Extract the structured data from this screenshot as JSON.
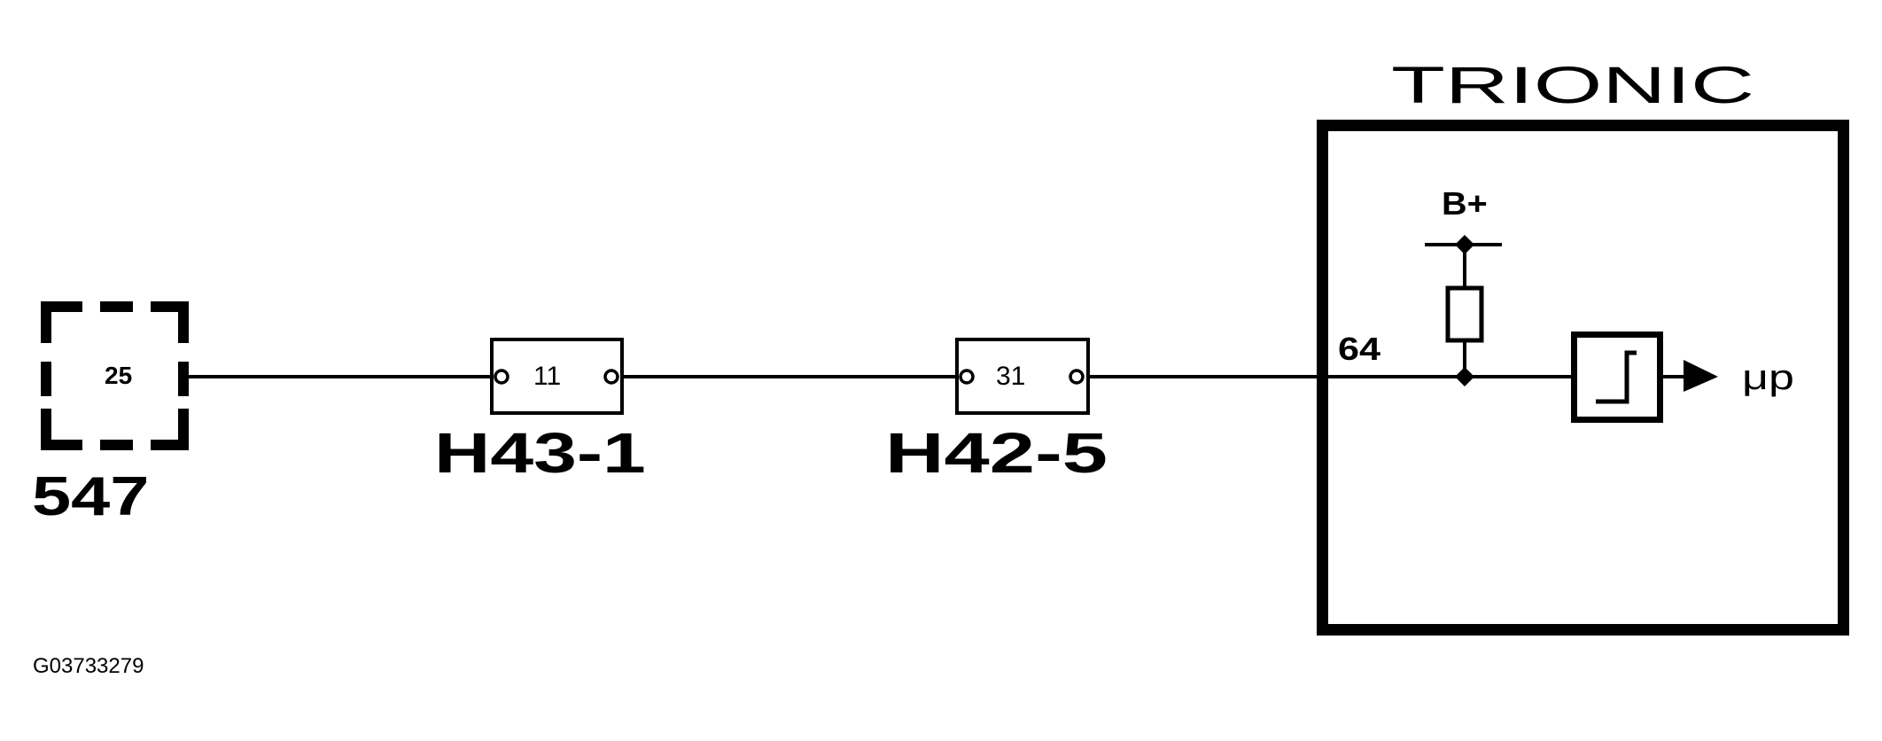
{
  "diagram": {
    "type": "wiring-schematic",
    "figure_id": "G03733279",
    "colors": {
      "line": "#000000",
      "background": "#ffffff"
    },
    "components": {
      "sensor": {
        "id": "547",
        "pin": "25",
        "style": "dashed-box"
      },
      "connector1": {
        "id": "H43-1",
        "pin": "11"
      },
      "connector2": {
        "id": "H42-5",
        "pin": "31"
      },
      "ecu": {
        "title": "TRIONIC",
        "pin": "64",
        "supply_label": "B+",
        "pullup": "resistor",
        "input_stage": "schmitt-trigger",
        "output_label": "μp"
      }
    },
    "connections": [
      {
        "from": "547:25",
        "to": "H43-1:11"
      },
      {
        "from": "H43-1:11",
        "to": "H42-5:31"
      },
      {
        "from": "H42-5:31",
        "to": "TRIONIC:64"
      },
      {
        "from": "TRIONIC:64",
        "to": "B+ (via resistor)"
      },
      {
        "from": "TRIONIC:64",
        "to": "schmitt-trigger → μp"
      }
    ]
  }
}
